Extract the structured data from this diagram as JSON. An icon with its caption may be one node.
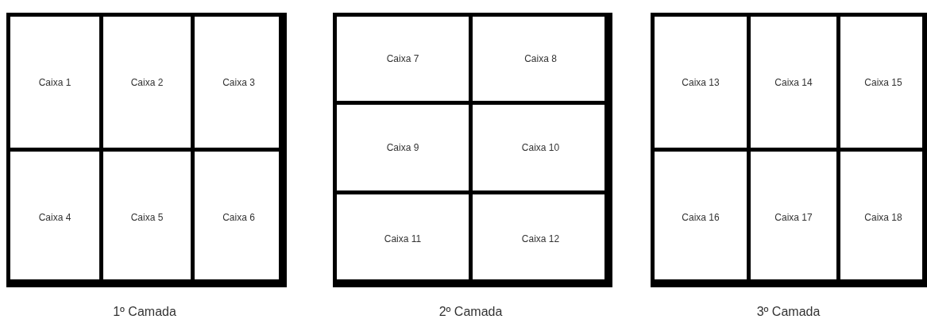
{
  "diagram": {
    "nodes": [
      {
        "text": [],
        "shape": "box",
        "beside": [
          "1º Camada"
        ]
      },
      {
        "text": [
          "Caixa 1"
        ],
        "in": 0
      },
      {
        "text": [
          "Caixa 2"
        ],
        "in": 0
      },
      {
        "text": [
          "Caixa 3"
        ],
        "in": 0
      },
      {
        "text": [
          "Caixa 4"
        ],
        "in": 0
      },
      {
        "text": [
          "Caixa 5"
        ],
        "in": 0
      },
      {
        "text": [
          "Caixa 6"
        ],
        "in": 0
      },
      {
        "text": [],
        "shape": "box",
        "beside": [
          "2º Camada"
        ]
      },
      {
        "text": [
          "Caixa 7"
        ],
        "in": 7
      },
      {
        "text": [
          "Caixa 8"
        ],
        "in": 7
      },
      {
        "text": [
          "Caixa 9"
        ],
        "in": 7
      },
      {
        "text": [
          "Caixa 10"
        ],
        "in": 7
      },
      {
        "text": [
          "Caixa 11"
        ],
        "in": 7
      },
      {
        "text": [
          "Caixa 12"
        ],
        "in": 7
      },
      {
        "text": [],
        "shape": "box",
        "beside": [
          "3º Camada"
        ]
      },
      {
        "text": [
          "Caixa 13"
        ],
        "in": 14
      },
      {
        "text": [
          "Caixa 14"
        ],
        "in": 14
      },
      {
        "text": [
          "Caixa 15"
        ],
        "in": 14
      },
      {
        "text": [
          "Caixa 16"
        ],
        "in": 14
      },
      {
        "text": [
          "Caixa 17"
        ],
        "in": 14
      },
      {
        "text": [
          "Caixa 18"
        ],
        "in": 14
      }
    ]
  }
}
